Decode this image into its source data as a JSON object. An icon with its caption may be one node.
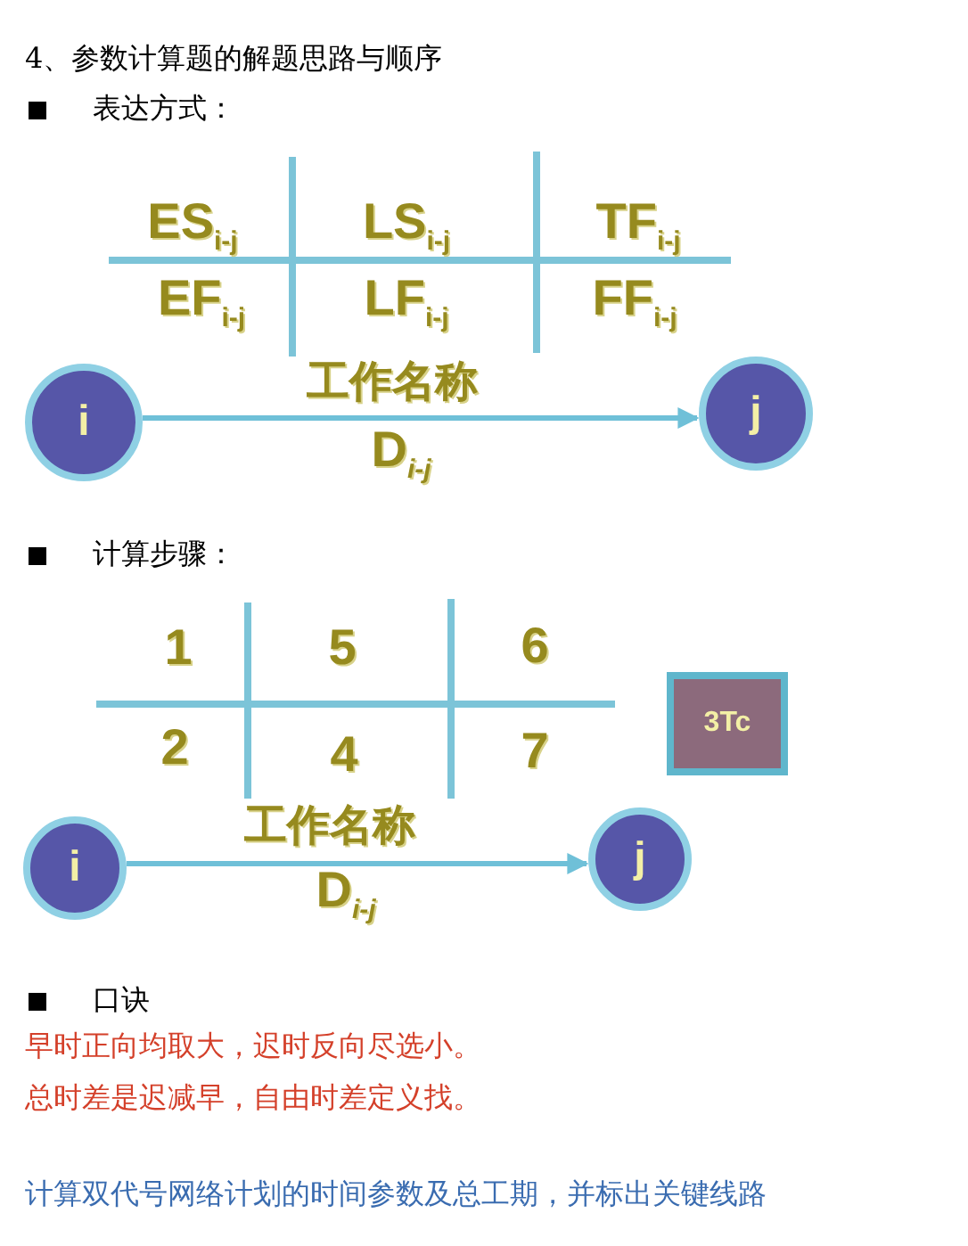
{
  "diagram": {
    "title": "4、参数计算题的解题思路与顺序",
    "nodes": [
      {
        "text": [
          "i"
        ]
      },
      {
        "text": [
          "j"
        ]
      },
      {
        "text": [
          "i"
        ]
      },
      {
        "text": [
          "j"
        ]
      },
      {
        "text": [
          "3Tc"
        ]
      }
    ],
    "edges": [
      {
        "from": 0,
        "to": 1,
        "arrow": "to",
        "label": "工作名称"
      },
      {
        "from": 2,
        "to": 3,
        "arrow": "to",
        "label": "工作名称"
      }
    ],
    "labels": [
      "表达方式：",
      "ES$_{i-j}$",
      "LS$_{i-j}$",
      "TF$_{i-j}$",
      "EF$_{i-j}$",
      "LF$_{i-j}$",
      "FF$_{i-j}$",
      "D$_{i-j}$",
      "计算步骤：",
      "1",
      "5",
      "6",
      "2",
      "4",
      "7",
      "D$_{i-j}$",
      "口诀",
      "早时正向均取大，迟时反向尽选小。",
      "总时差是迟减早，自由时差定义找。",
      "计算双代号网络计划的时间参数及总工期，并标出关键线路"
    ]
  }
}
